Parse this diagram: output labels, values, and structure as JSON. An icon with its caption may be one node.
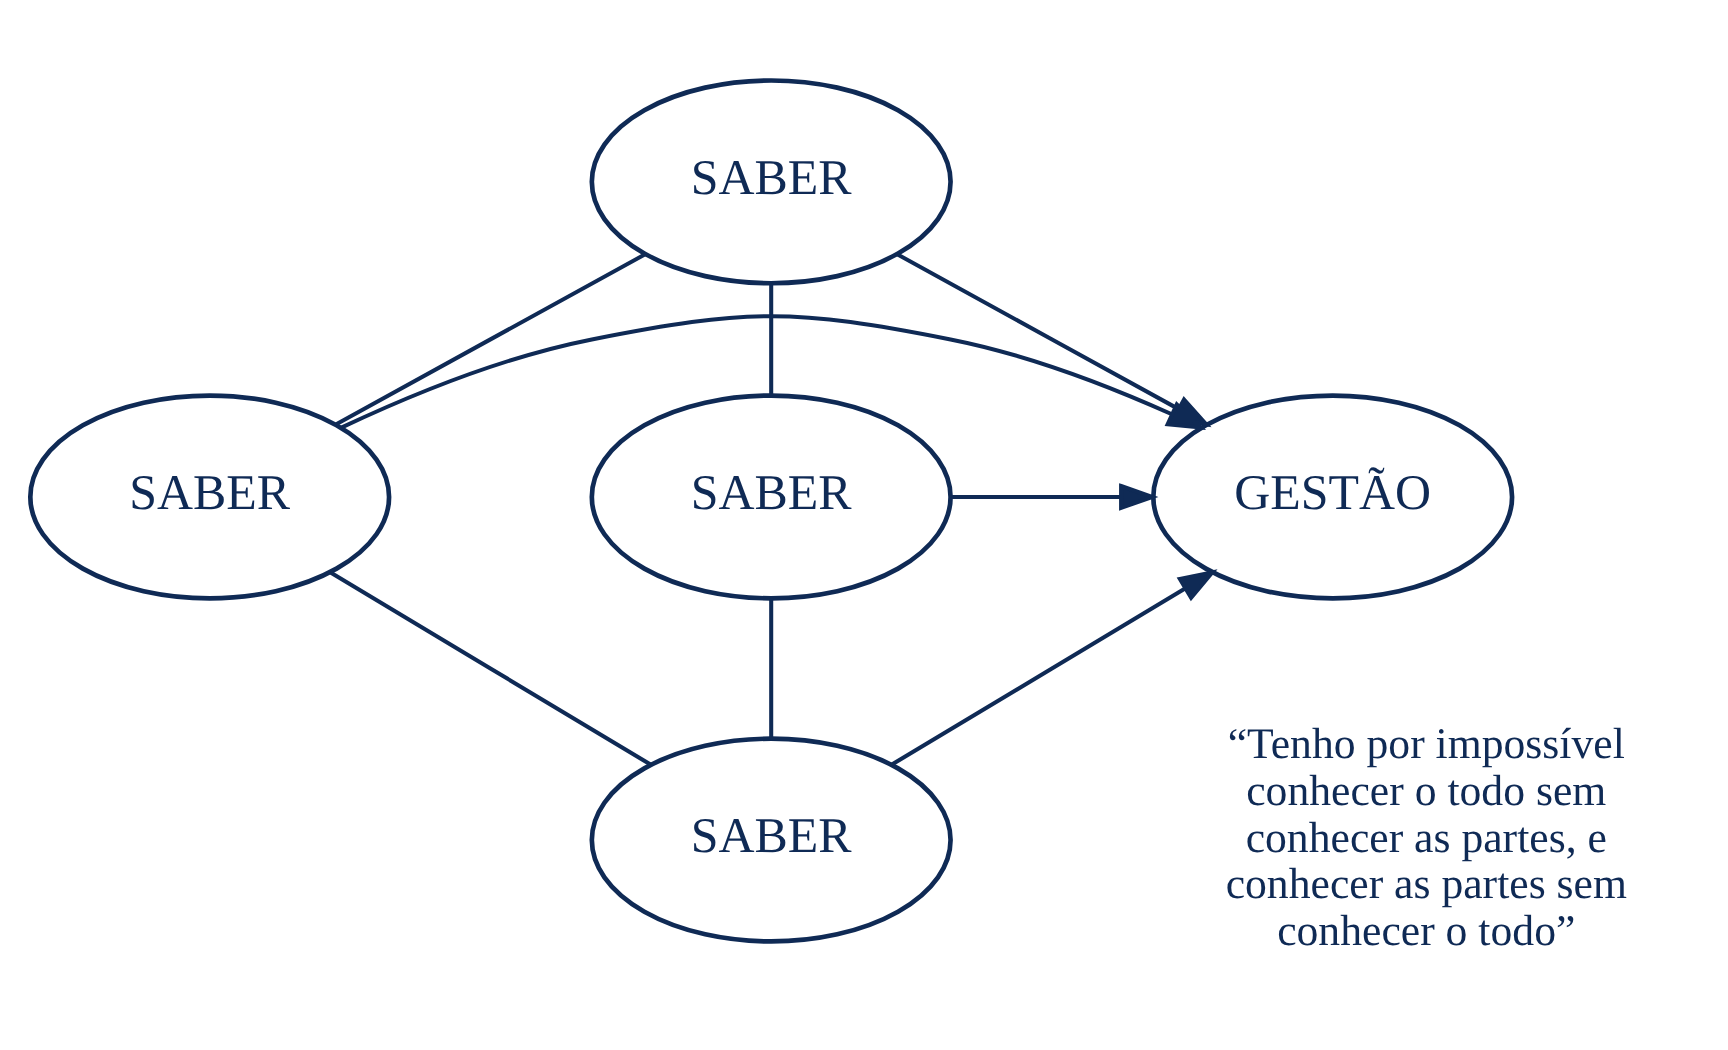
{
  "diagram": {
    "nodes": [
      {
        "text": [
          "SABER"
        ]
      },
      {
        "text": [
          "SABER"
        ]
      },
      {
        "text": [
          "GESTÃO"
        ]
      },
      {
        "text": [
          "SABER"
        ]
      },
      {
        "text": [
          "SABER"
        ]
      }
    ],
    "edges": [
      {
        "from": 0,
        "to": 2,
        "arrow": "to"
      },
      {
        "from": 1,
        "to": 2,
        "arrow": "to"
      },
      {
        "from": 3,
        "to": 2,
        "arrow": "to"
      },
      {
        "from": 4,
        "to": 2,
        "arrow": "to"
      },
      {
        "from": 0,
        "to": 1,
        "arrow": "none"
      },
      {
        "from": 0,
        "to": 3,
        "arrow": "none"
      },
      {
        "from": 1,
        "to": 4,
        "arrow": "none"
      },
      {
        "from": 3,
        "to": 4,
        "arrow": "none"
      }
    ],
    "labels": [
      "“Tenho por impossível conhecer o todo sem conhecer as partes, e conhecer as partes sem conhecer o todo”"
    ]
  }
}
